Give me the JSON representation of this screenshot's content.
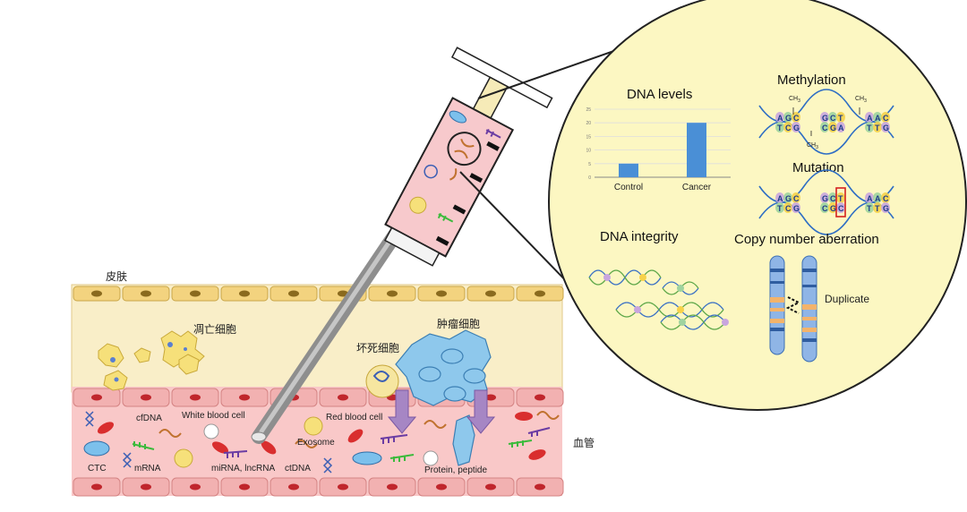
{
  "labels": {
    "skin": "皮肤",
    "apoptotic_cells": "凋亡细胞",
    "necrotic_cells": "坏死细胞",
    "tumor_cells": "肿瘤细胞",
    "blood_vessel": "血管",
    "cfdna": "cfDNA",
    "white_blood_cell": "White blood cell",
    "red_blood_cell": "Red blood cell",
    "exosome": "Exosome",
    "ctc": "CTC",
    "mrna": "mRNA",
    "mirna_lncrna": "miRNA, lncRNA",
    "ctdna": "ctDNA",
    "protein_peptide": "Protein, peptide"
  },
  "panel": {
    "dna_levels_title": "DNA levels",
    "methylation_title": "Methylation",
    "mutation_title": "Mutation",
    "dna_integrity_title": "DNA integrity",
    "copy_number_title": "Copy number aberration",
    "duplicate_label": "Duplicate",
    "methyl_group": "CH",
    "methyl_sub": "3",
    "seq_top": [
      "A",
      "G",
      "C",
      "G",
      "C",
      "T",
      "A",
      "A",
      "C"
    ],
    "seq_bottom": [
      "T",
      "C",
      "G",
      "C",
      "G",
      "A",
      "T",
      "T",
      "G"
    ],
    "mut_top": [
      "A",
      "G",
      "C",
      "G",
      "C",
      "T",
      "A",
      "A",
      "C"
    ],
    "mut_bottom": [
      "T",
      "C",
      "G",
      "C",
      "G",
      "C",
      "T",
      "T",
      "G"
    ]
  },
  "chart_data": {
    "type": "bar",
    "title": "DNA levels",
    "categories": [
      "Control",
      "Cancer"
    ],
    "values": [
      5,
      20
    ],
    "ylim": [
      0,
      25
    ],
    "yticks": [
      0,
      5,
      10,
      15,
      20,
      25
    ],
    "grid": true,
    "bar_color": "#4a8fd6"
  },
  "colors": {
    "skin_fill": "#f9eec8",
    "skin_cell": "#f3d37f",
    "skin_nucleus": "#8a6a1e",
    "vessel_fill": "#f9c8c8",
    "vessel_cell": "#f2b1b1",
    "vessel_nucleus": "#c0262c",
    "panel_fill": "#fcf7c2",
    "tumor": "#8ec8ec",
    "syringe_body": "#f7c9cc",
    "needle": "#9b9b9b",
    "arrow": "#a686c4"
  }
}
